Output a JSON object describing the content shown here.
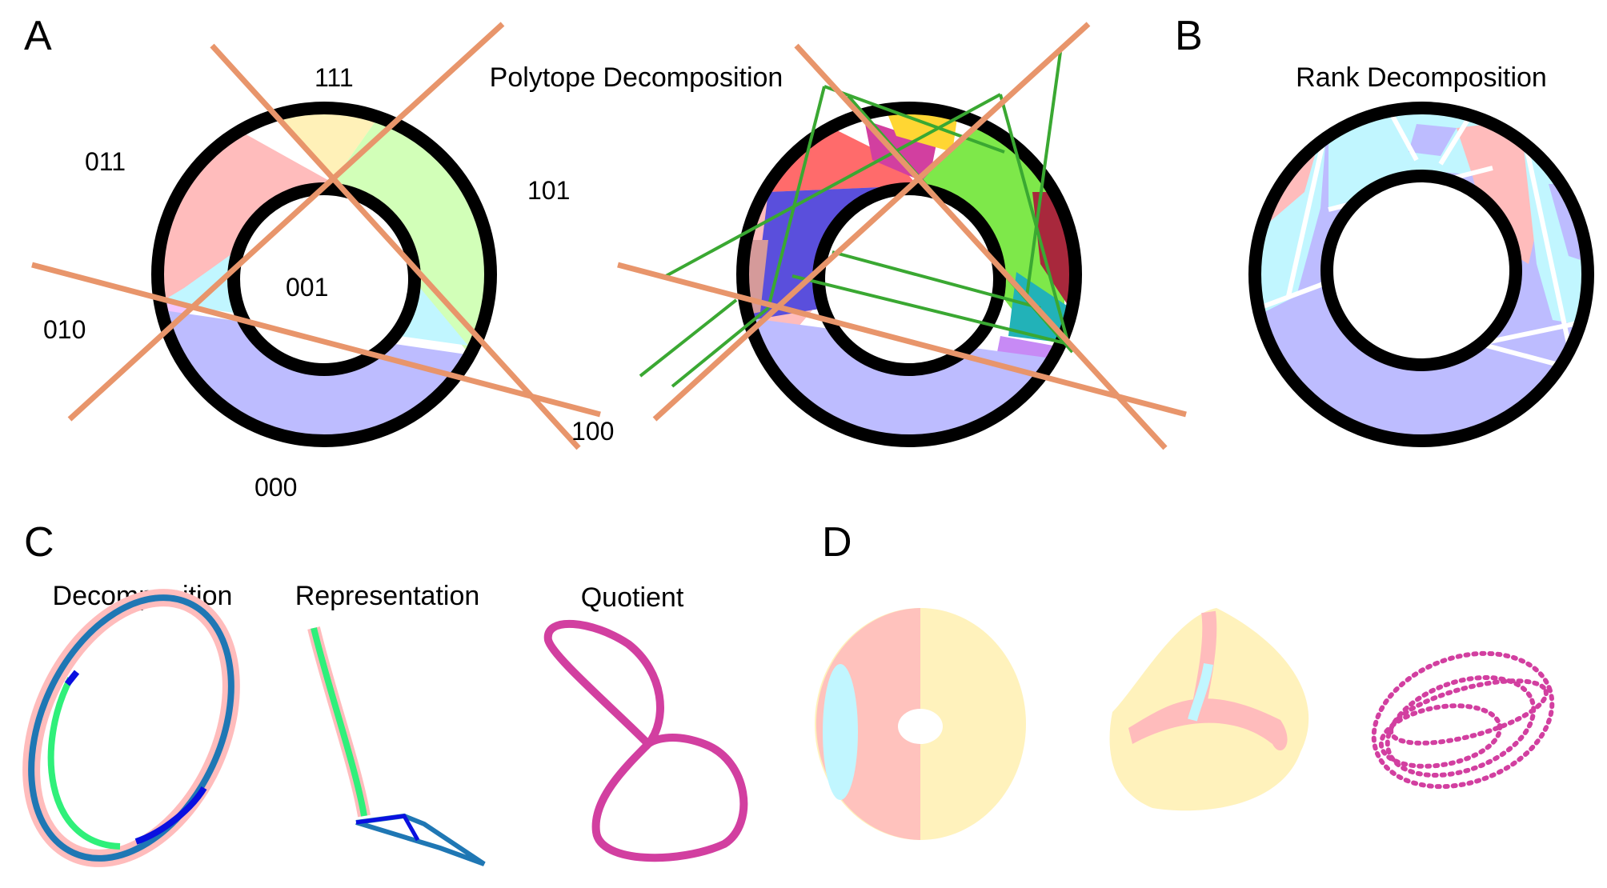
{
  "panels": {
    "a": {
      "letter": "A",
      "title": "Polytope Decomposition",
      "region_codes": [
        "111",
        "011",
        "101",
        "001",
        "010",
        "100",
        "000"
      ]
    },
    "b": {
      "letter": "B",
      "title": "Rank Decomposition"
    },
    "c": {
      "letter": "C",
      "titles": [
        "Decomposition",
        "Representation",
        "Quotient"
      ]
    },
    "d": {
      "letter": "D"
    }
  },
  "colors": {
    "hyperplane": "#e8956b",
    "green_line": "#3aa832",
    "ring_stroke": "#000000",
    "pink": "#ffbcbc",
    "yellow": "#fff1b8",
    "light_green": "#d2ffb8",
    "cyan": "#c1f6ff",
    "lavender": "#bdbcff",
    "magenta": "#d23fa0"
  }
}
